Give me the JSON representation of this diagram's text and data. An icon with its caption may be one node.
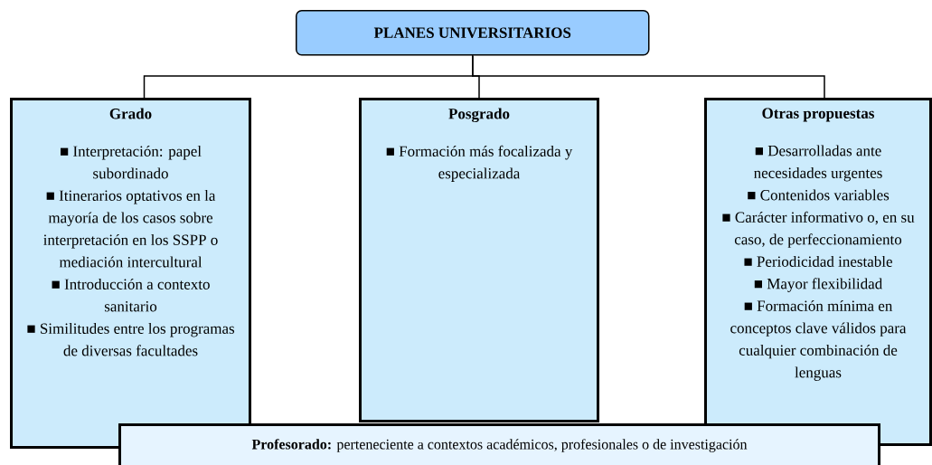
{
  "diagram": {
    "nodes": [
      {
        "text": [
          "PLANES UNIVERSITARIOS"
        ]
      },
      {
        "text": [
          "Grado",
          "■ Interpretación: papel subordinado",
          "■ Itinerarios optativos en la mayoría de los casos sobre interpretación en los SSPP o mediación intercultural",
          "■ Introducción a contexto sanitario",
          "■ Similitudes entre los programas de diversas facultades"
        ]
      },
      {
        "text": [
          "Posgrado",
          "■ Formación más focalizada y especializada"
        ]
      },
      {
        "text": [
          "Otras propuestas",
          "■ Desarrolladas ante necesidades urgentes",
          "■ Contenidos variables",
          "■ Carácter informativo o, en su caso, de perfeccionamiento",
          "■ Periodicidad inestable",
          "■ Mayor flexibilidad",
          "■ Formación mínima en conceptos clave válidos para cualquier combinación de lenguas"
        ]
      },
      {
        "text": [
          "**Profesorado:** perteneciente a contextos académicos, profesionales o de investigación"
        ]
      }
    ],
    "edges": [
      {
        "from": 0,
        "to": 1,
        "arrow": "none"
      },
      {
        "from": 0,
        "to": 2,
        "arrow": "none"
      },
      {
        "from": 0,
        "to": 3,
        "arrow": "none"
      }
    ]
  }
}
